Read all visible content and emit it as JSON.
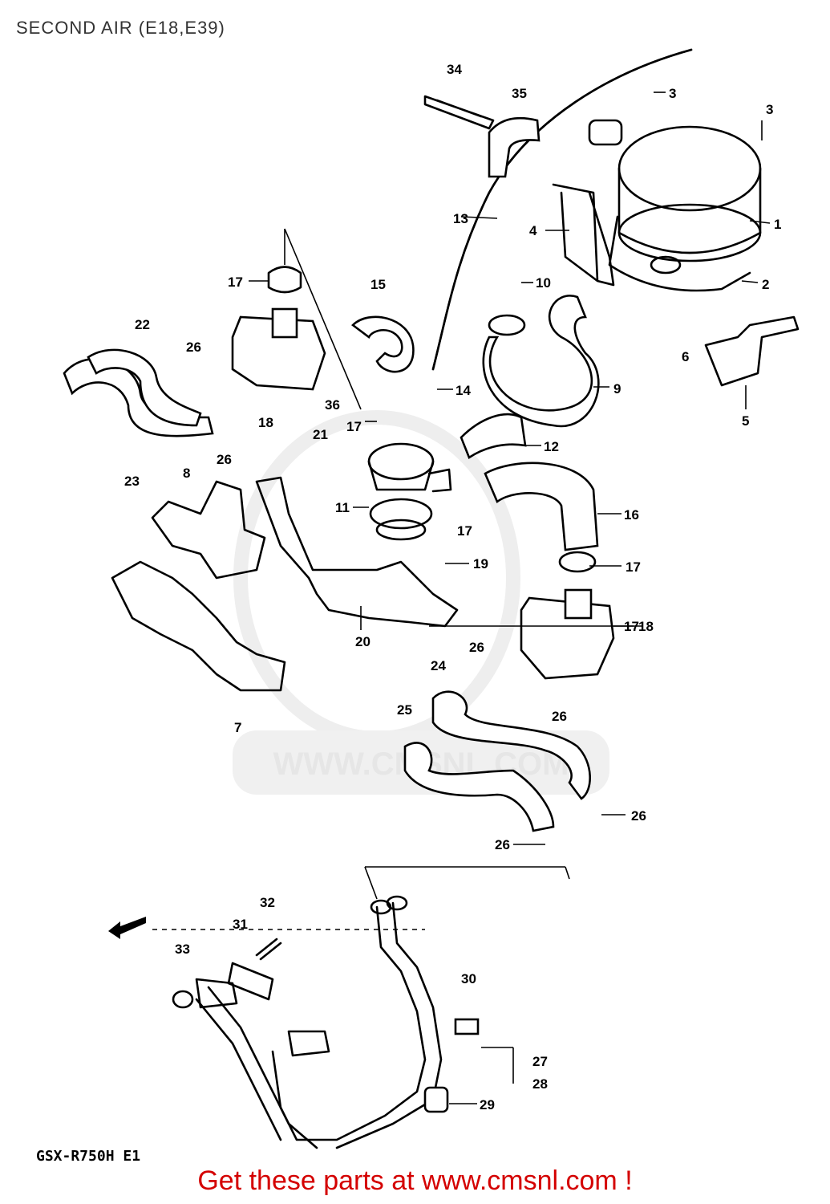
{
  "title": "SECOND AIR (E18,E39)",
  "model_code": "GSX-R750H E1",
  "watermark": "WWW.CMSNL.COM",
  "banner": "Get these parts at www.cmsnl.com !",
  "part_labels": [
    "1",
    "2",
    "3",
    "3",
    "4",
    "5",
    "6",
    "7",
    "8",
    "9",
    "10",
    "11",
    "12",
    "13",
    "14",
    "15",
    "16",
    "17",
    "17",
    "17",
    "17",
    "17",
    "18",
    "18",
    "19",
    "20",
    "21",
    "22",
    "23",
    "24",
    "25",
    "26",
    "26",
    "26",
    "26",
    "26",
    "26",
    "27",
    "28",
    "29",
    "30",
    "31",
    "32",
    "33",
    "34",
    "35",
    "36"
  ]
}
